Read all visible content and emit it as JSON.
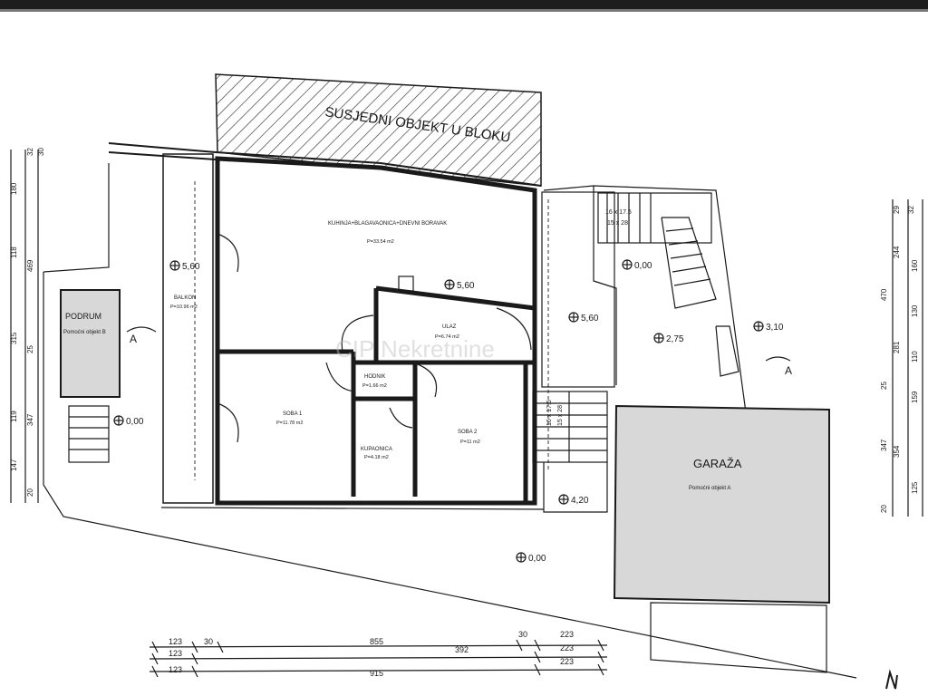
{
  "labels": {
    "neighbor": "SUSJEDNI OBJEKT U BLOKU",
    "kitchen_name": "KUHINJA+BLAGAVAONICA+DNEVNI BORAVAK",
    "kitchen_area": "P=33.54 m2",
    "balkon_name": "BALKON",
    "balkon_area": "P=10.96 m2",
    "ulaz_name": "ULAZ",
    "ulaz_area": "P=6.74 m2",
    "hodnik_name": "HODNIK",
    "hodnik_area": "P=1.66 m2",
    "soba1_name": "SOBA 1",
    "soba1_area": "P=11.78 m2",
    "kupaonica_name": "KUPAONICA",
    "kupaonica_area": "P=4.18 m2",
    "soba2_name": "SOBA 2",
    "soba2_area": "P=11 m2",
    "podrum_name": "PODRUM",
    "podrum_sub": "Pomoćni objekt B",
    "garaza_name": "GARAŽA",
    "garaza_sub": "Pomoćni objekt A",
    "stair_top_1": "16 x 17.5",
    "stair_top_2": "15 x 28",
    "stair_mid_1": "16 x 17.5",
    "stair_mid_2": "15 x 28",
    "section_left": "A",
    "section_right": "A",
    "watermark": "CIP Nekretnine"
  },
  "elevations": {
    "balkon": "5,60",
    "kitchen": "5,60",
    "ulaz_side": "5,60",
    "stair_top": "0,00",
    "right_mid": "2,75",
    "right_far": "3,10",
    "podrum": "0,00",
    "lower_stair": "4,20",
    "yard": "0,00"
  },
  "dimensions": {
    "bottom_row1": [
      "123",
      "30",
      "855",
      "30",
      "223"
    ],
    "bottom_row2": [
      "123",
      "392",
      "223"
    ],
    "bottom_row3": [
      "123",
      "915",
      "223"
    ],
    "left_col_a": [
      "147",
      "119",
      "315",
      "118",
      "180"
    ],
    "left_col_b": [
      "20",
      "347",
      "25",
      "469",
      "32"
    ],
    "left_col_c": [
      "30"
    ],
    "right_col_a": [
      "244",
      "281",
      "354"
    ],
    "right_col_b": [
      "470",
      "25",
      "347",
      "20"
    ],
    "right_col_c": [
      "160",
      "130",
      "110",
      "159",
      "125"
    ],
    "right_col_d": [
      "29",
      "32"
    ]
  }
}
